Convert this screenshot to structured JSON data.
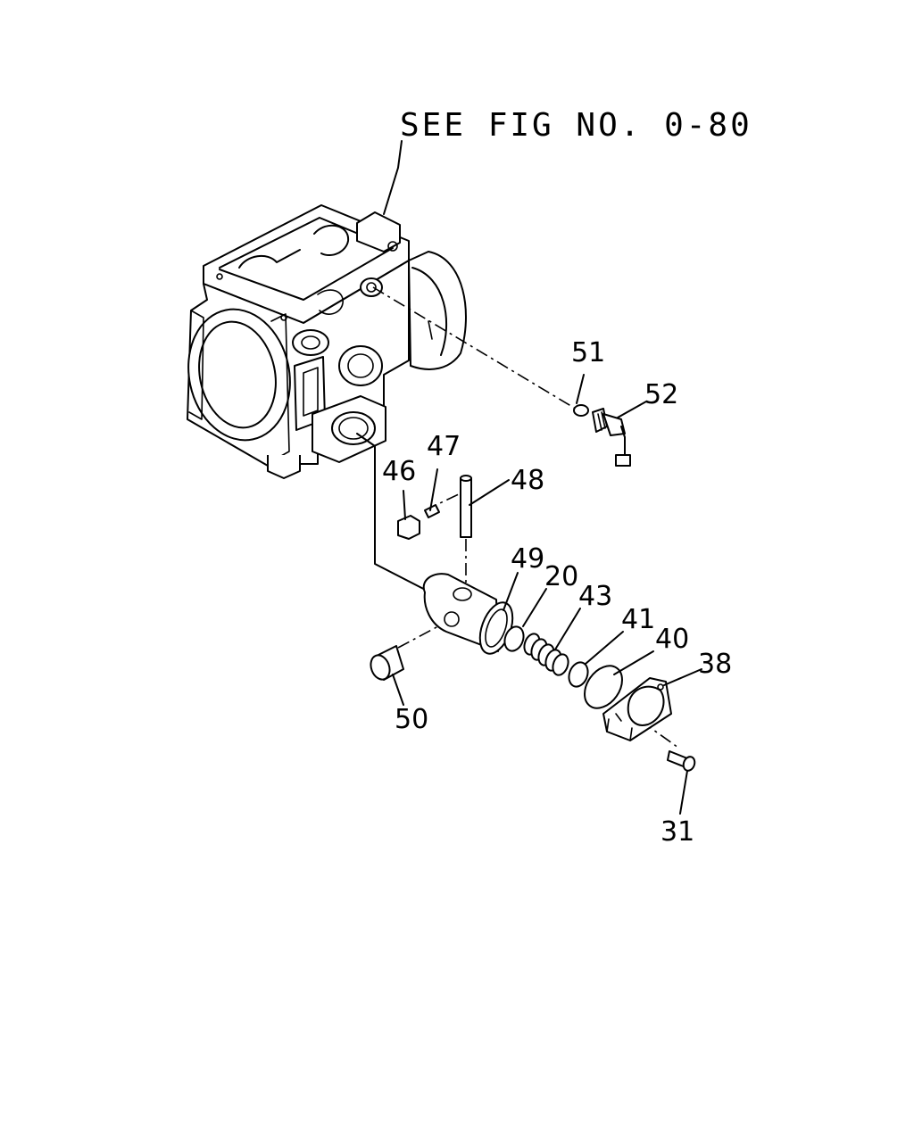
{
  "reference_note": "SEE FIG NO. 0-80",
  "callouts": {
    "c51": "51",
    "c52": "52",
    "c47": "47",
    "c46": "46",
    "c48": "48",
    "c49": "49",
    "c20": "20",
    "c43": "43",
    "c41": "41",
    "c40": "40",
    "c38": "38",
    "c50": "50",
    "c31": "31"
  }
}
